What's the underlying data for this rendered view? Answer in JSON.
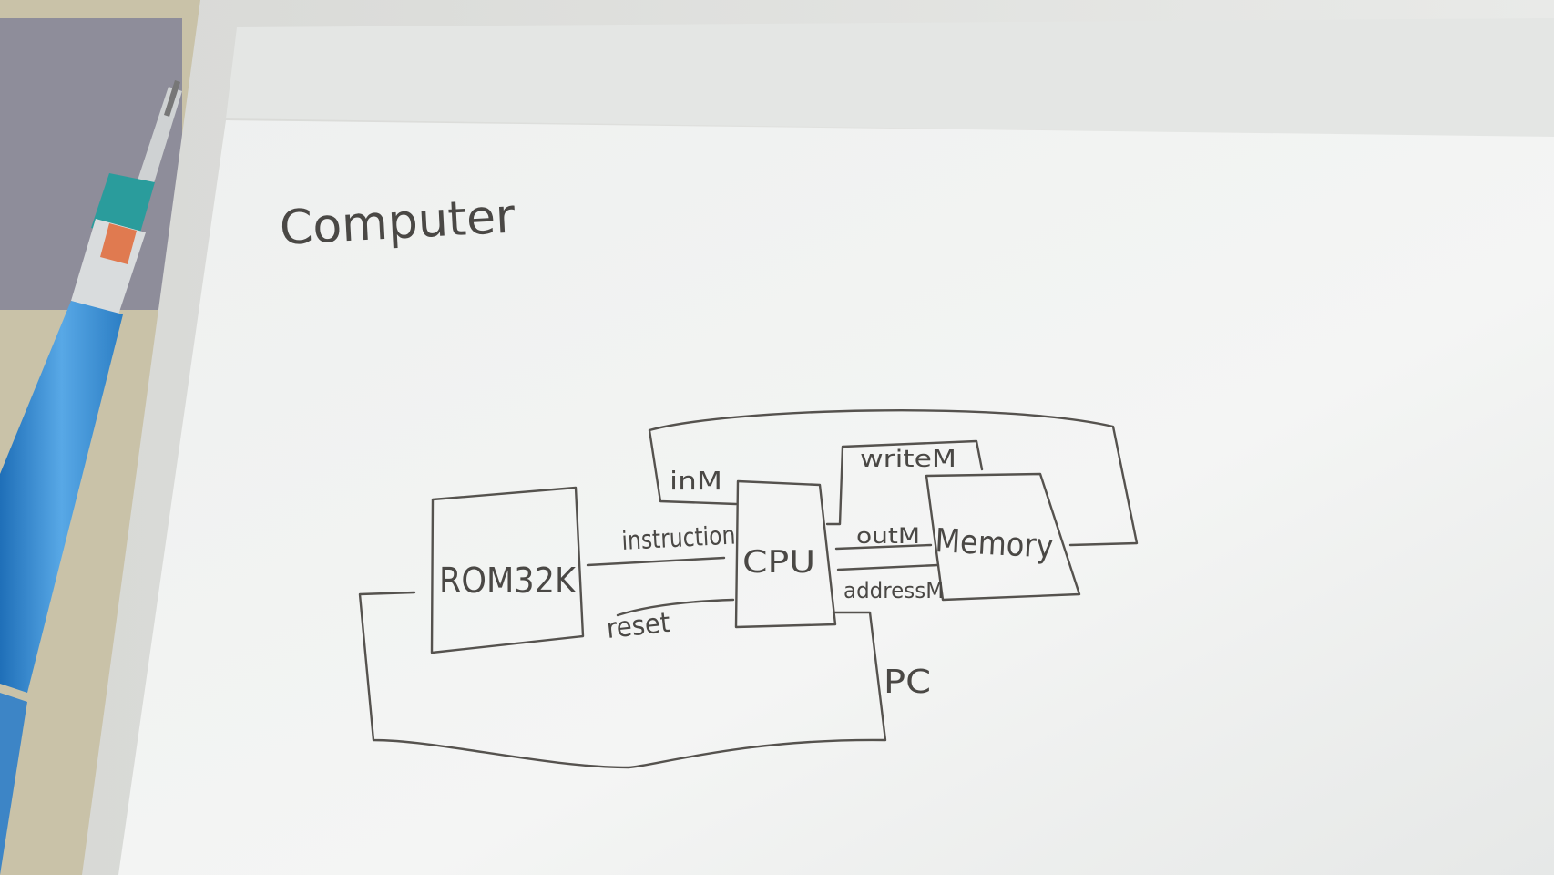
{
  "title": "Computer",
  "blocks": {
    "rom": "ROM32K",
    "cpu": "CPU",
    "memory": "Memory"
  },
  "signals": {
    "instruction": "instruction",
    "reset": "reset",
    "inM": "inM",
    "writeM": "writeM",
    "outM": "outM",
    "addressM": "addressM",
    "pc": "PC"
  },
  "colors": {
    "paper": "#f3f4f4",
    "pencil": "#4a4845",
    "background": "#c9c6bd"
  }
}
